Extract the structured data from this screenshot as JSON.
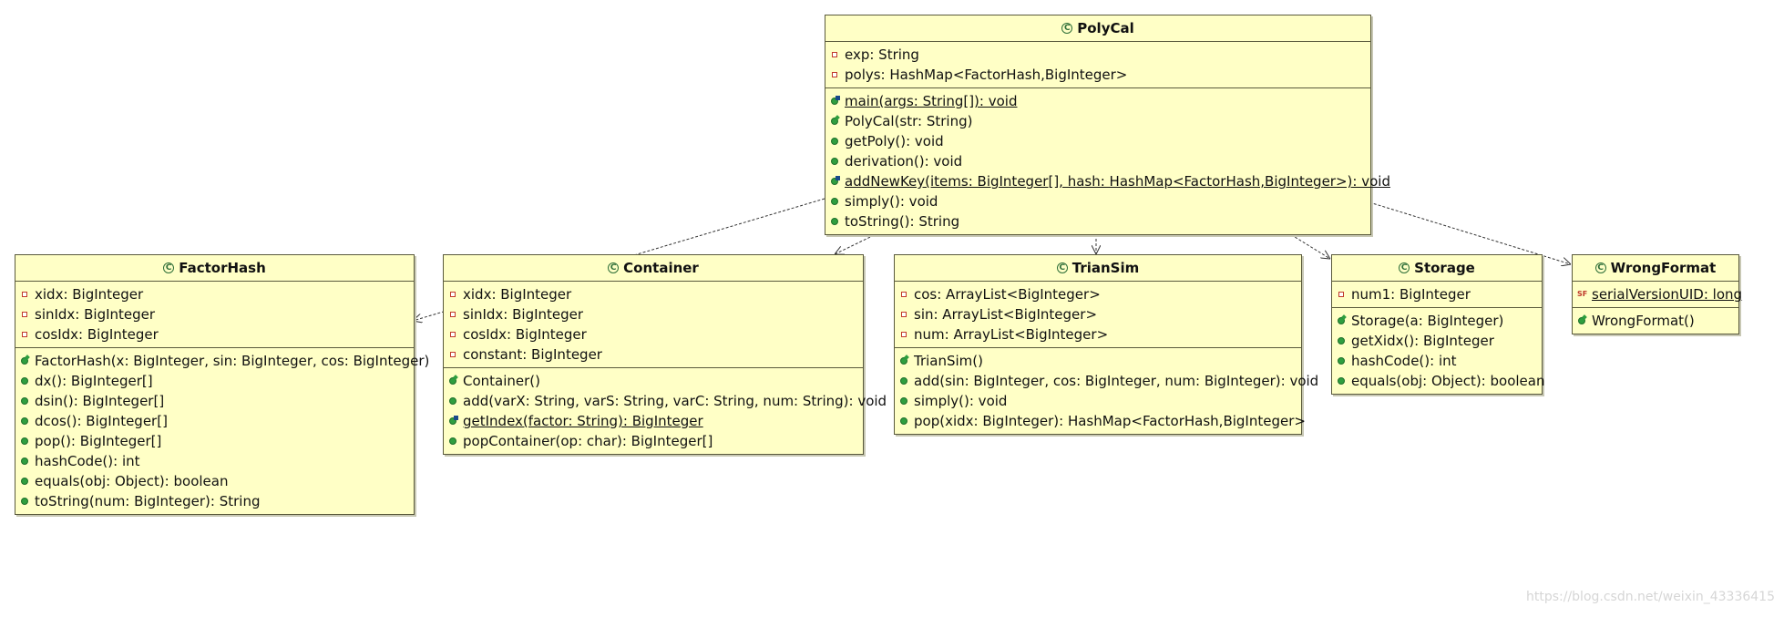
{
  "watermark": "https://blog.csdn.net/weixin_43336415",
  "classes": [
    {
      "name": "PolyCal",
      "attributes": [
        {
          "vis": "private",
          "text": "exp: String"
        },
        {
          "vis": "private",
          "text": "polys: HashMap<FactorHash,BigInteger>"
        }
      ],
      "operations": [
        {
          "vis": "static",
          "text": "main(args: String[]): void",
          "static": true
        },
        {
          "vis": "ctor",
          "text": "PolyCal(str: String)"
        },
        {
          "vis": "public",
          "text": "getPoly(): void"
        },
        {
          "vis": "public",
          "text": "derivation(): void"
        },
        {
          "vis": "static",
          "text": "addNewKey(items: BigInteger[], hash: HashMap<FactorHash,BigInteger>): void",
          "static": true
        },
        {
          "vis": "public",
          "text": "simply(): void"
        },
        {
          "vis": "public",
          "text": "toString(): String"
        }
      ]
    },
    {
      "name": "FactorHash",
      "attributes": [
        {
          "vis": "private",
          "text": "xidx: BigInteger"
        },
        {
          "vis": "private",
          "text": "sinIdx: BigInteger"
        },
        {
          "vis": "private",
          "text": "cosIdx: BigInteger"
        }
      ],
      "operations": [
        {
          "vis": "ctor",
          "text": "FactorHash(x: BigInteger, sin: BigInteger, cos: BigInteger)"
        },
        {
          "vis": "public",
          "text": "dx(): BigInteger[]"
        },
        {
          "vis": "public",
          "text": "dsin(): BigInteger[]"
        },
        {
          "vis": "public",
          "text": "dcos(): BigInteger[]"
        },
        {
          "vis": "public",
          "text": "pop(): BigInteger[]"
        },
        {
          "vis": "public",
          "text": "hashCode(): int"
        },
        {
          "vis": "public",
          "text": "equals(obj: Object): boolean"
        },
        {
          "vis": "public",
          "text": "toString(num: BigInteger): String"
        }
      ]
    },
    {
      "name": "Container",
      "attributes": [
        {
          "vis": "private",
          "text": "xidx: BigInteger"
        },
        {
          "vis": "private",
          "text": "sinIdx: BigInteger"
        },
        {
          "vis": "private",
          "text": "cosIdx: BigInteger"
        },
        {
          "vis": "private",
          "text": "constant: BigInteger"
        }
      ],
      "operations": [
        {
          "vis": "ctor",
          "text": "Container()"
        },
        {
          "vis": "public",
          "text": "add(varX: String, varS: String, varC: String, num: String): void"
        },
        {
          "vis": "static",
          "text": "getIndex(factor: String): BigInteger",
          "static": true
        },
        {
          "vis": "public",
          "text": "popContainer(op: char): BigInteger[]"
        }
      ]
    },
    {
      "name": "TrianSim",
      "attributes": [
        {
          "vis": "private",
          "text": "cos: ArrayList<BigInteger>"
        },
        {
          "vis": "private",
          "text": "sin: ArrayList<BigInteger>"
        },
        {
          "vis": "private",
          "text": "num: ArrayList<BigInteger>"
        }
      ],
      "operations": [
        {
          "vis": "ctor",
          "text": "TrianSim()"
        },
        {
          "vis": "public",
          "text": "add(sin: BigInteger, cos: BigInteger, num: BigInteger): void"
        },
        {
          "vis": "public",
          "text": "simply(): void"
        },
        {
          "vis": "public",
          "text": "pop(xidx: BigInteger): HashMap<FactorHash,BigInteger>"
        }
      ]
    },
    {
      "name": "Storage",
      "attributes": [
        {
          "vis": "private",
          "text": "num1: BigInteger"
        }
      ],
      "operations": [
        {
          "vis": "ctor",
          "text": "Storage(a: BigInteger)"
        },
        {
          "vis": "public",
          "text": "getXidx(): BigInteger"
        },
        {
          "vis": "public",
          "text": "hashCode(): int"
        },
        {
          "vis": "public",
          "text": "equals(obj: Object): boolean"
        }
      ]
    },
    {
      "name": "WrongFormat",
      "attributes": [
        {
          "vis": "final-static",
          "text": "serialVersionUID: long",
          "static": true
        }
      ],
      "operations": [
        {
          "vis": "ctor",
          "text": "WrongFormat()"
        }
      ]
    }
  ],
  "dependencies": [
    {
      "from": "PolyCal",
      "to": "FactorHash"
    },
    {
      "from": "PolyCal",
      "to": "Container"
    },
    {
      "from": "PolyCal",
      "to": "TrianSim"
    },
    {
      "from": "PolyCal",
      "to": "Storage"
    },
    {
      "from": "PolyCal",
      "to": "WrongFormat"
    }
  ]
}
